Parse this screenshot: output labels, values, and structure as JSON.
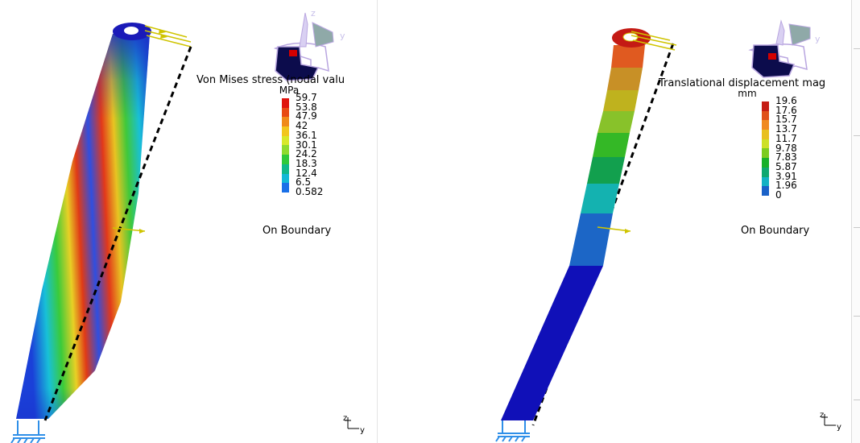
{
  "left_view": {
    "legend": {
      "title": "Von Mises stress (nodal valu",
      "unit": "MPa",
      "values": [
        "59.7",
        "53.8",
        "47.9",
        "42",
        "36.1",
        "30.1",
        "24.2",
        "18.3",
        "12.4",
        "6.5",
        "0.582"
      ],
      "colors": [
        "#e0140e",
        "#e84a14",
        "#f08a1a",
        "#f2c61e",
        "#d8e82a",
        "#8fdb2e",
        "#2fc93a",
        "#10b88a",
        "#12b8d6",
        "#1a70e8",
        "#1010d0"
      ],
      "footer": "On Boundary"
    },
    "compass_labels": {
      "z": "z",
      "y": "y"
    },
    "triad_labels": {
      "z": "z",
      "y": "y"
    }
  },
  "right_view": {
    "legend": {
      "title": "Translational displacement mag",
      "unit": "mm",
      "values": [
        "19.6",
        "17.6",
        "15.7",
        "13.7",
        "11.7",
        "9.78",
        "7.83",
        "5.87",
        "3.91",
        "1.96",
        "0"
      ],
      "colors": [
        "#c51c14",
        "#e0501a",
        "#f08a20",
        "#e8c020",
        "#cde027",
        "#7ccc20",
        "#18b02a",
        "#0fa870",
        "#14b2c4",
        "#1a62c8",
        "#1010b8"
      ],
      "footer": "On Boundary"
    },
    "compass_labels": {
      "z": "",
      "y": "y"
    },
    "triad_labels": {
      "z": "z",
      "y": "y"
    }
  }
}
